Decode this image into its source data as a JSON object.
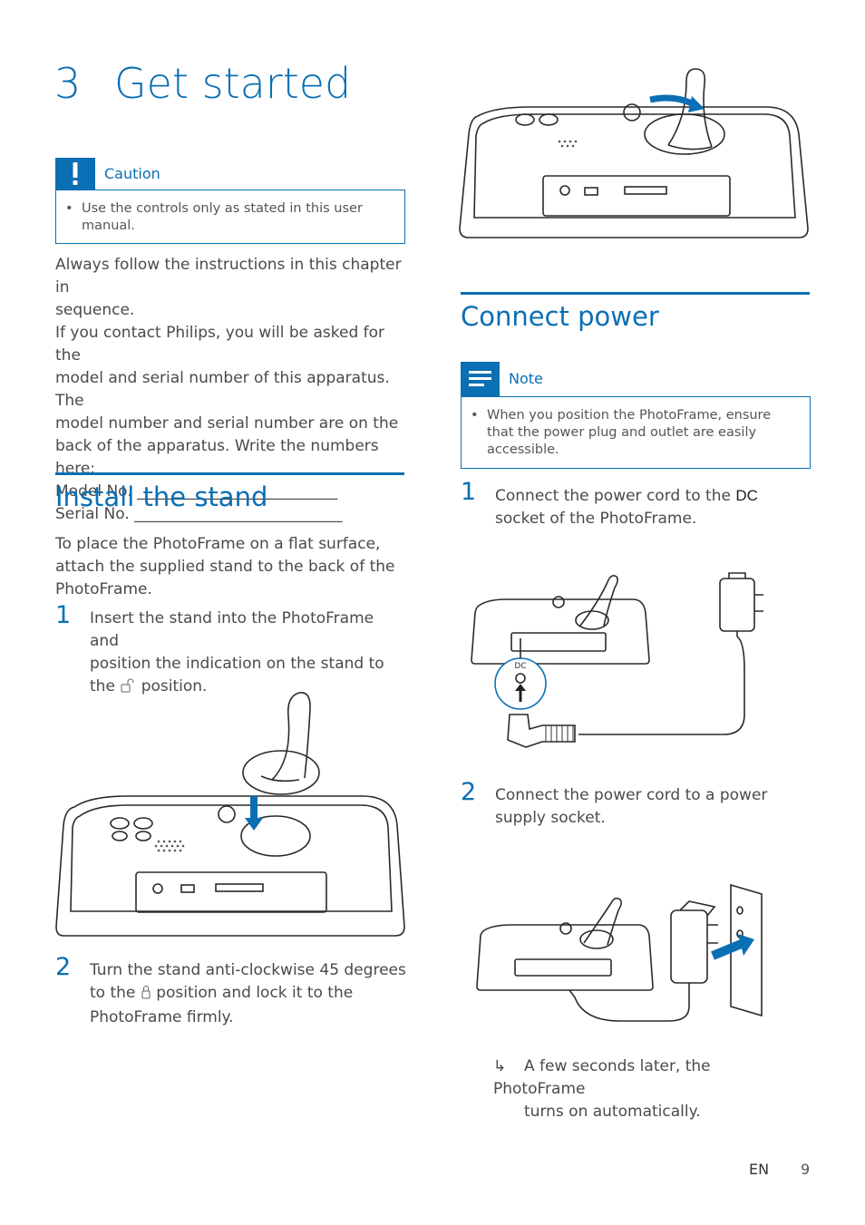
{
  "chapter": {
    "number": "3",
    "title": "Get started"
  },
  "caution": {
    "label": "Caution",
    "items": [
      "Use the controls only as stated in this user manual."
    ]
  },
  "intro": {
    "lines": [
      "Always follow the instructions in this chapter in",
      "sequence.",
      "If you contact Philips, you will be asked for the",
      "model and serial number of this apparatus. The",
      "model number and serial number are on the",
      "back of the apparatus. Write the numbers here:",
      "Model No. __________________________",
      "Serial No. ___________________________"
    ]
  },
  "install_stand": {
    "title": "Install the stand",
    "intro_lines": [
      "To place the PhotoFrame on a flat surface,",
      "attach the supplied stand to the back of the",
      "PhotoFrame."
    ],
    "step1": {
      "number": "1",
      "lines": [
        "Insert the stand into the PhotoFrame and",
        "position the indication on the stand to",
        "position."
      ],
      "prefix": "the"
    },
    "step2": {
      "number": "2",
      "lines": [
        "Turn the stand anti-clockwise 45 degrees",
        "position and lock it to the",
        "PhotoFrame firmly."
      ],
      "prefix": "to the"
    }
  },
  "connect_power": {
    "title": "Connect power",
    "note": {
      "label": "Note",
      "items": [
        "When you position the PhotoFrame, ensure that the power plug and outlet are easily accessible."
      ]
    },
    "step1": {
      "number": "1",
      "line1_prefix": "Connect the power cord to the",
      "line1_keyword": "DC",
      "line2": "socket of the PhotoFrame."
    },
    "step2": {
      "number": "2",
      "lines": [
        "Connect the power cord to a power",
        "supply socket."
      ]
    },
    "result": {
      "arrow": "↳",
      "lines": [
        "A few seconds later, the PhotoFrame",
        "turns on automatically."
      ]
    },
    "dc_label": "DC"
  },
  "footer": {
    "lang": "EN",
    "page": "9"
  },
  "colors": {
    "accent": "#0a6fb3"
  }
}
